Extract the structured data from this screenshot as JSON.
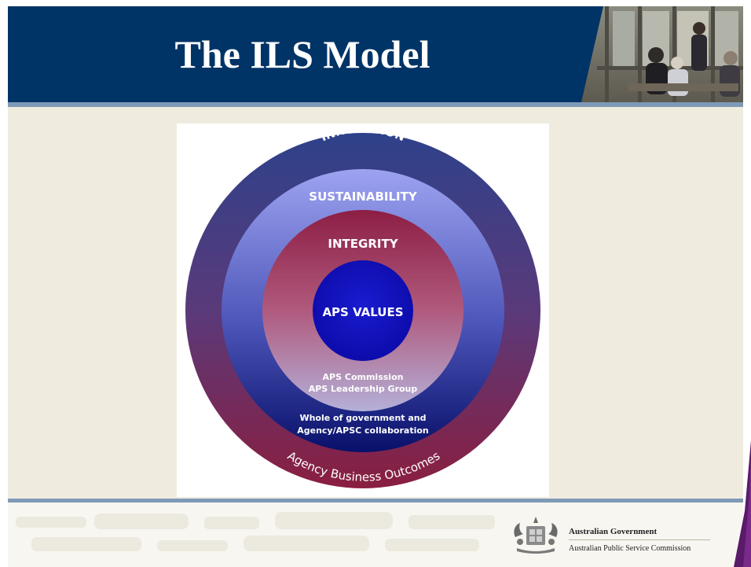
{
  "slide": {
    "title": "The ILS Model"
  },
  "diagram": {
    "rings": {
      "outer_top": "INNOVATION",
      "outer_bottom": "Agency Business Outcomes",
      "second": "SUSTAINABILITY",
      "third": "INTEGRITY",
      "core": "APS VALUES"
    },
    "inner_text": {
      "line1": "APS Commission",
      "line2": "APS Leadership Group",
      "line3": "Whole of government and",
      "line4": "Agency/APSC collaboration"
    }
  },
  "footer": {
    "gov_name": "Australian Government",
    "agency_name": "Australian Public Service Commission"
  },
  "colors": {
    "header_blue": "#003466",
    "rule": "#7f9ab7",
    "content_bg": "#efebdf",
    "ring_outer_top": "#3a4590",
    "ring_outer_bottom": "#7a2048",
    "core": "#0e10c0"
  }
}
